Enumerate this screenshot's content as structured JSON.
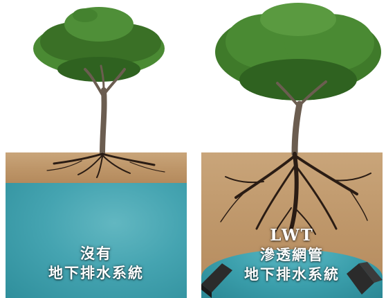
{
  "panels": {
    "left": {
      "caption_line1": "沒有",
      "caption_line2": "地下排水系統"
    },
    "right": {
      "caption_brand": "LWT",
      "caption_line1": "滲透網管",
      "caption_line2": "地下排水系統"
    }
  },
  "colors": {
    "soil": "#c2a074",
    "water": "#45a4b1",
    "foliage": "#3f7a2a",
    "roots": "#2a1c14",
    "pipe": "#2b2b2b"
  }
}
